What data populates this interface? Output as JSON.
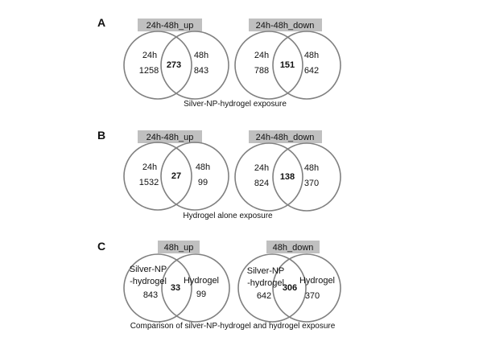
{
  "panels": [
    {
      "letter": "A",
      "caption": "Silver-NP-hydrogel exposure",
      "venns": [
        {
          "tag": "24h-48h_up",
          "left_label": "24h",
          "left_count": "1258",
          "overlap": "273",
          "right_label": "48h",
          "right_count": "843"
        },
        {
          "tag": "24h-48h_down",
          "left_label": "24h",
          "left_count": "788",
          "overlap": "151",
          "right_label": "48h",
          "right_count": "642"
        }
      ]
    },
    {
      "letter": "B",
      "caption": "Hydrogel alone exposure",
      "venns": [
        {
          "tag": "24h-48h_up",
          "left_label": "24h",
          "left_count": "1532",
          "overlap": "27",
          "right_label": "48h",
          "right_count": "99"
        },
        {
          "tag": "24h-48h_down",
          "left_label": "24h",
          "left_count": "824",
          "overlap": "138",
          "right_label": "48h",
          "right_count": "370"
        }
      ]
    },
    {
      "letter": "C",
      "caption": "Comparison of silver-NP-hydrogel and hydrogel exposure",
      "venns": [
        {
          "tag": "48h_up",
          "left_label_lines": [
            "Silver-NP",
            "-hydrogel"
          ],
          "left_count": "843",
          "overlap": "33",
          "right_label": "Hydrogel",
          "right_count": "99"
        },
        {
          "tag": "48h_down",
          "left_label_lines": [
            "Silver-NP",
            "-hydrogel"
          ],
          "left_count": "642",
          "overlap": "306",
          "right_label": "Hydrogel",
          "right_count": "370"
        }
      ]
    }
  ],
  "colors": {
    "circle_stroke": "#808080",
    "tag_fill": "#c0c0c0",
    "text": "#111111"
  }
}
